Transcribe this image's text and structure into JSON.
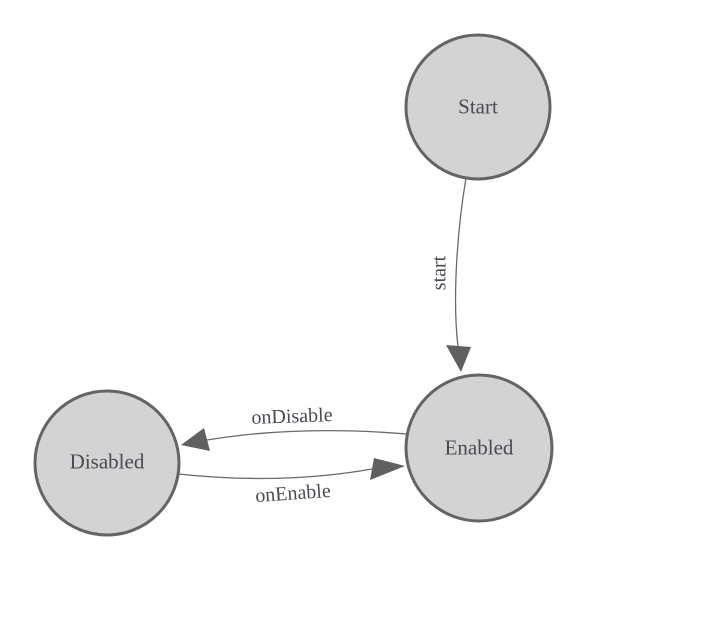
{
  "diagram": {
    "type": "state-machine",
    "states": [
      {
        "id": "start",
        "label": "Start"
      },
      {
        "id": "enabled",
        "label": "Enabled"
      },
      {
        "id": "disabled",
        "label": "Disabled"
      }
    ],
    "transitions": [
      {
        "from": "Start",
        "to": "Enabled",
        "label": "start"
      },
      {
        "from": "Enabled",
        "to": "Disabled",
        "label": "onDisable"
      },
      {
        "from": "Disabled",
        "to": "Enabled",
        "label": "onEnable"
      }
    ],
    "colors": {
      "background": "#ffffff",
      "state_fill": "#d3d3d3",
      "state_stroke": "#646464",
      "edge_stroke": "#6a6a6a",
      "arrow_fill": "#606060",
      "label_text": "#4a4a52"
    }
  }
}
